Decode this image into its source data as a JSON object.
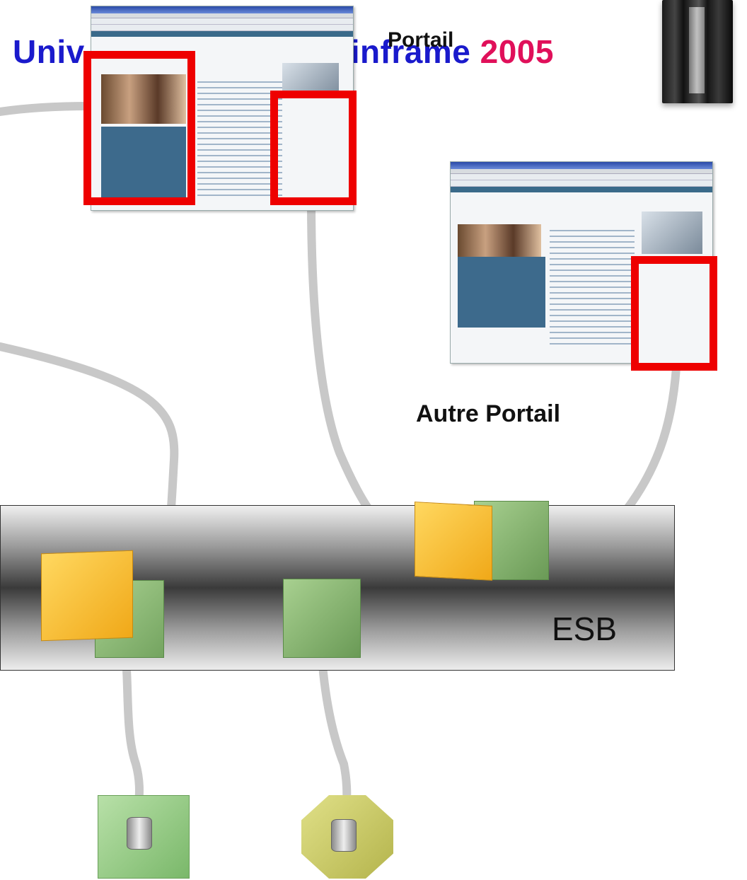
{
  "title": {
    "main": "Univ",
    "overlap": "inframe",
    "year": "2005"
  },
  "labels": {
    "portail": "Portail",
    "autre_portail": "Autre Portail",
    "esb": "ESB"
  },
  "colors": {
    "title_blue": "#1a1acc",
    "title_year": "#e0105a",
    "highlight_red": "#ee0000",
    "connector_gray": "#c8c8c8",
    "component_yellow": "#f8c030",
    "component_green": "#8cbc78",
    "datasource_green": "#8cc880",
    "datasource_olive": "#c8c860"
  },
  "icons": [
    "mainframe-icon",
    "database-icon"
  ]
}
